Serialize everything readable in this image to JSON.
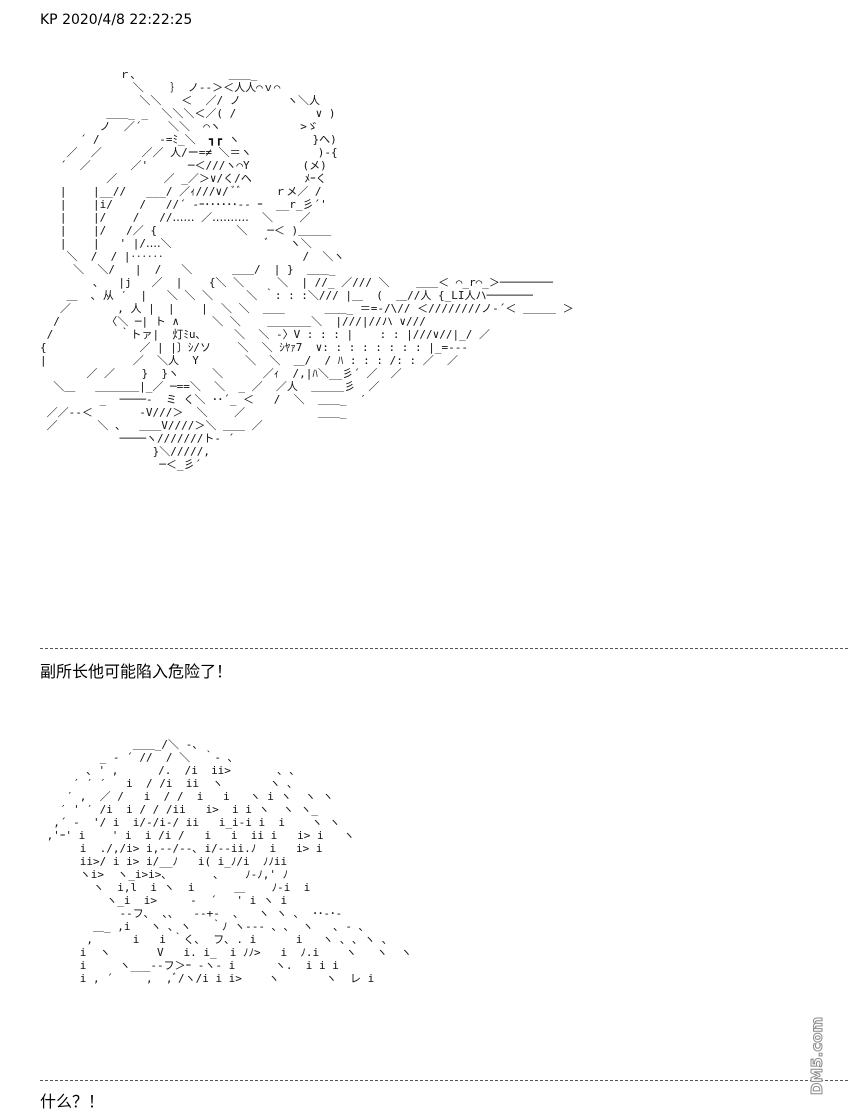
{
  "post": {
    "header": "KP 2020/4/8 22:22:25",
    "art_top": "            ｒ､              ＿＿_\n              ＼    ｝ ノ--＞＜人人⌒ｖ⌒\n               ＼＼   ＜  ／/ ノ       ヽ＼人\n          ＿＿_ _  ＼＼＼＜／( /            ∨ )\n         ノ  ／´    ＼＼  ⌒ヽ            >ゞ\n      ´ /         -=ﾐ_＼  ┓┏ ヽ           }へ)\n    ／  ／      ／／ 人/ー=≠ ＼＝ヽ          )-{\n   ´  ／      ／'      ─＜///ヽ⌒Y        (メ)\n          ／       ／ _／＞∨/く/ヘ        ﾒｰく\n   |    |__//   ___/ ／ｨ///∨/ ﾞﾞ     ｒメ／ /\n   |    |i/    /   //´ -ｰ･･････-- ｰ  __r_彡´'\n   |    |/    /   //‥‥‥ ／‥‥‥‥‥  ＼    ／\n   |    |/   /／ {            ＼   ─＜ )＿＿＿\n   |    |   ' |/‥‥＼              ﾞ   ヽ＼\n    ＼  /  / |‥‥‥                     /  ＼ヽ\n     ＼  ＼/   |  /   ＼      ＿＿/  | }  ＿＿_\n        ､   |j   ／  |    {＼ ＼     ＼  | //_ ／/// ＼    ＿＿＜ ⌒_r⌒_＞────────\n    ＿  ､ 从 ′  |   ＼ ＼ ＼     ＼ ｀: : :＼/// |＿  (  ＿//人 {_LI人ハ───────\n   ／       , 人 |  |    |  ＼ ＼  ＿＿      ＿＿_ ＝=-/\\// ＜////////ノ-´＜ ＿＿＿ ＞\n  /       〈＼ ─| ト ∧     ＼ ＼    ＿＿＿＿＼  |///|//ハ ∨///\n /          ｀トァ|  灯ﾐu､     ＼  ＼ -〉V : : : |    : : |///∨//|_/ ／\n{              ／ | |〕ｼ/ソ    ＼  ＼ ｼﾔｧ7  ∨: : : : : : : : |_=---\n|             ／  ＼人  Y       ＼  ＼  ＿/  / ﾊ : : : /: : ／  ／\n       ／ ／    }  }ヽ     ＼      ／ｨ  /,|ﾊ＼__彡´ ／  ／\n  ＼＿   ＿＿＿＿|_／ ─==＼  ＼  _ ／  ／人  ＿＿＿彡  ／\n         _  ────‐  ミ く＼ ･･´_ ＜   /  ＼  ＿＿_  ′\n ／／‐-＜       -V///＞  ＼    ／           ＿＿_\n ／      ＼ 、  ＿＿V////＞＼ ＿＿ ／\n            ────ヽ///////ト‐ ´\n                 }＼/////,\n                  ─＜_彡´",
    "caption1": "副所长他可能陷入危险了！",
    "art_bottom": "              ＿＿_/＼ -、\n         _ - ´ //  / ＼  ｀- ､\n       ､ ' ,      /.  /i  ii>       ､ ､\n     ′ ′ ′   i  / /i  ii  ヽ       ヽ ､\n    ′ ,  ／ /   i  / /  i   i   ヽ i ヽ  ヽ ヽ\n   ′ ' ′ /i  i / / /ii   i>  i i ヽ  ヽ ヽ_\n  ,´ ‐  '/ i  i/-/i-/ ii   i_i-i i  i    ヽ ヽ\n ,'ｰ' i    ' i  i /i /   i   i  ii i   i> i   ヽ\n      i  ./,/i> i,-‐/-‐､ i/‐-ii.ﾉ  i   i> i\n      ii>/ i i> i/__ﾉ   i( i_ﾉ/i  ﾉﾉii\n      ヽi>  ヽ_i>i>､       ､    ﾉ-ﾉ,' ﾉ\n        ヽ  i,l  i ヽ  i      ＿    ﾉ-i  i\n          ヽ_i  i>     ‐  ´   ' i ヽ i\n            ‐-フ､  ､､   -‐+-  ､   ヽ ヽ ､  ･･‐･-\n        ＿_ ,i   ヽ ､ ヽ   ｀ﾉ ヽ-‐- ､ ､  ヽ   ､ - ､\n       ,      i   i ｀く､  フ､ . i      i   ヽ ､ ､ ヽ ､\n      i  ヽ       V   i. i_  i ﾉﾉ>   i  ﾉ.i    ヽ   ヽ  ヽ\n      i     ヽ___-‐フ＞ｰ ‐ヽ- i      ヽ.  i i i\n      i , ´     ,  ,ﾞ/ヽ/i i i>    ヽ       ヽ  レ i",
    "caption2": "什么？！",
    "watermark": "DM5.com"
  }
}
